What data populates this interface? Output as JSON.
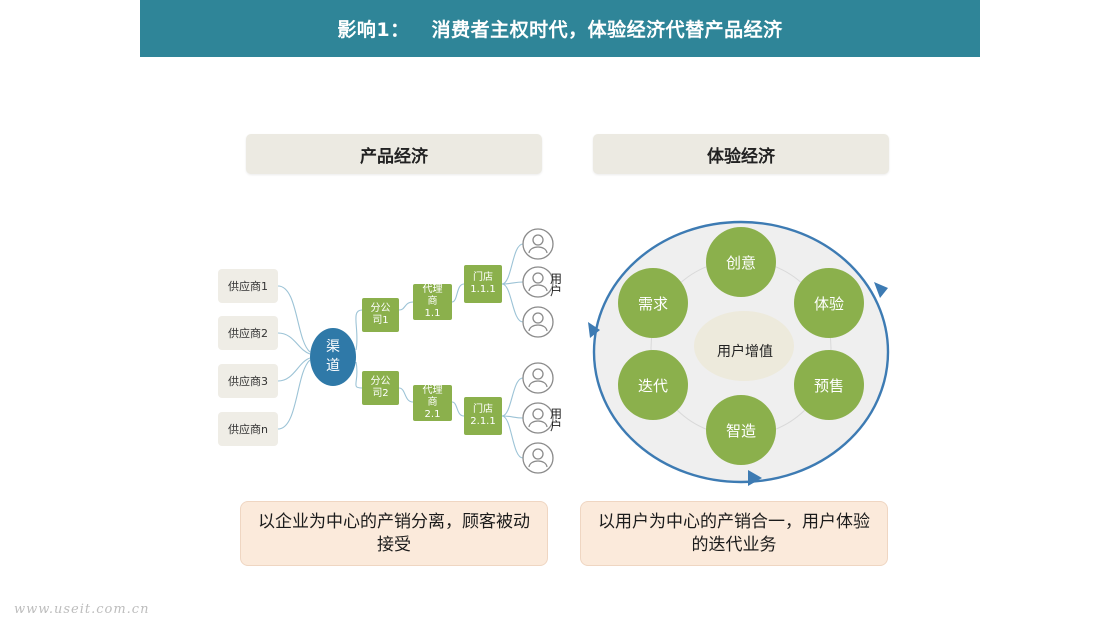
{
  "banner": {
    "prefix": "影响1：",
    "title": "消费者主权时代，体验经济代替产品经济"
  },
  "left": {
    "heading": "产品经济",
    "suppliers": [
      "供应商1",
      "供应商2",
      "供应商3",
      "供应商n"
    ],
    "channel": "渠道",
    "branches": [
      "分公司1",
      "分公司2"
    ],
    "agents": [
      "代理商1.1",
      "代理商2.1"
    ],
    "stores": [
      "门店1.1.1",
      "门店2.1.1"
    ],
    "user_label": "用户",
    "caption": "以企业为中心的产销分离，顾客被动接受"
  },
  "right": {
    "heading": "体验经济",
    "center": "用户增值",
    "petals": [
      "创意",
      "体验",
      "预售",
      "智造",
      "迭代",
      "需求"
    ],
    "caption": "以用户为中心的产销合一，用户体验的迭代业务"
  },
  "colors": {
    "banner": "#2f8598",
    "green": "#8bb04c",
    "channel": "#2f79a8",
    "ring": "#3d7bb3"
  },
  "icons": {
    "user": "user-avatar-icon",
    "arrow": "arrowhead-icon"
  },
  "watermark": "www.useit.com.cn"
}
